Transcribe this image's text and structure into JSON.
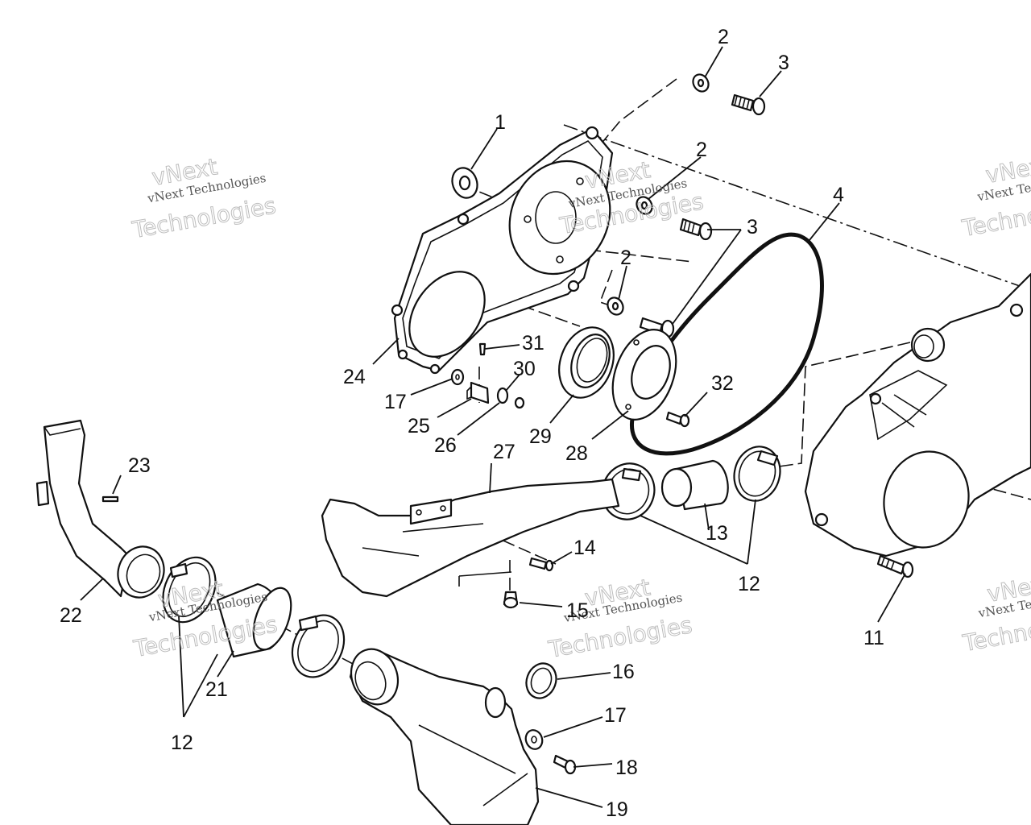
{
  "watermark": {
    "brand": "vNext",
    "line": "vNext Technologies",
    "word": "Technologies"
  },
  "callouts": {
    "c1": "1",
    "c2a": "2",
    "c2b": "2",
    "c2c": "2",
    "c3a": "3",
    "c3b": "3",
    "c4": "4",
    "c11": "11",
    "c12a": "12",
    "c12b": "12",
    "c13": "13",
    "c14": "14",
    "c15": "15",
    "c16": "16",
    "c17a": "17",
    "c17b": "17",
    "c18": "18",
    "c19": "19",
    "c21": "21",
    "c22": "22",
    "c23": "23",
    "c24": "24",
    "c25": "25",
    "c26": "26",
    "c27": "27",
    "c28": "28",
    "c29": "29",
    "c30": "30",
    "c31": "31",
    "c32": "32"
  },
  "colors": {
    "ink": "#111111",
    "paper": "#ffffff",
    "watermark": "#bdbdbd"
  }
}
